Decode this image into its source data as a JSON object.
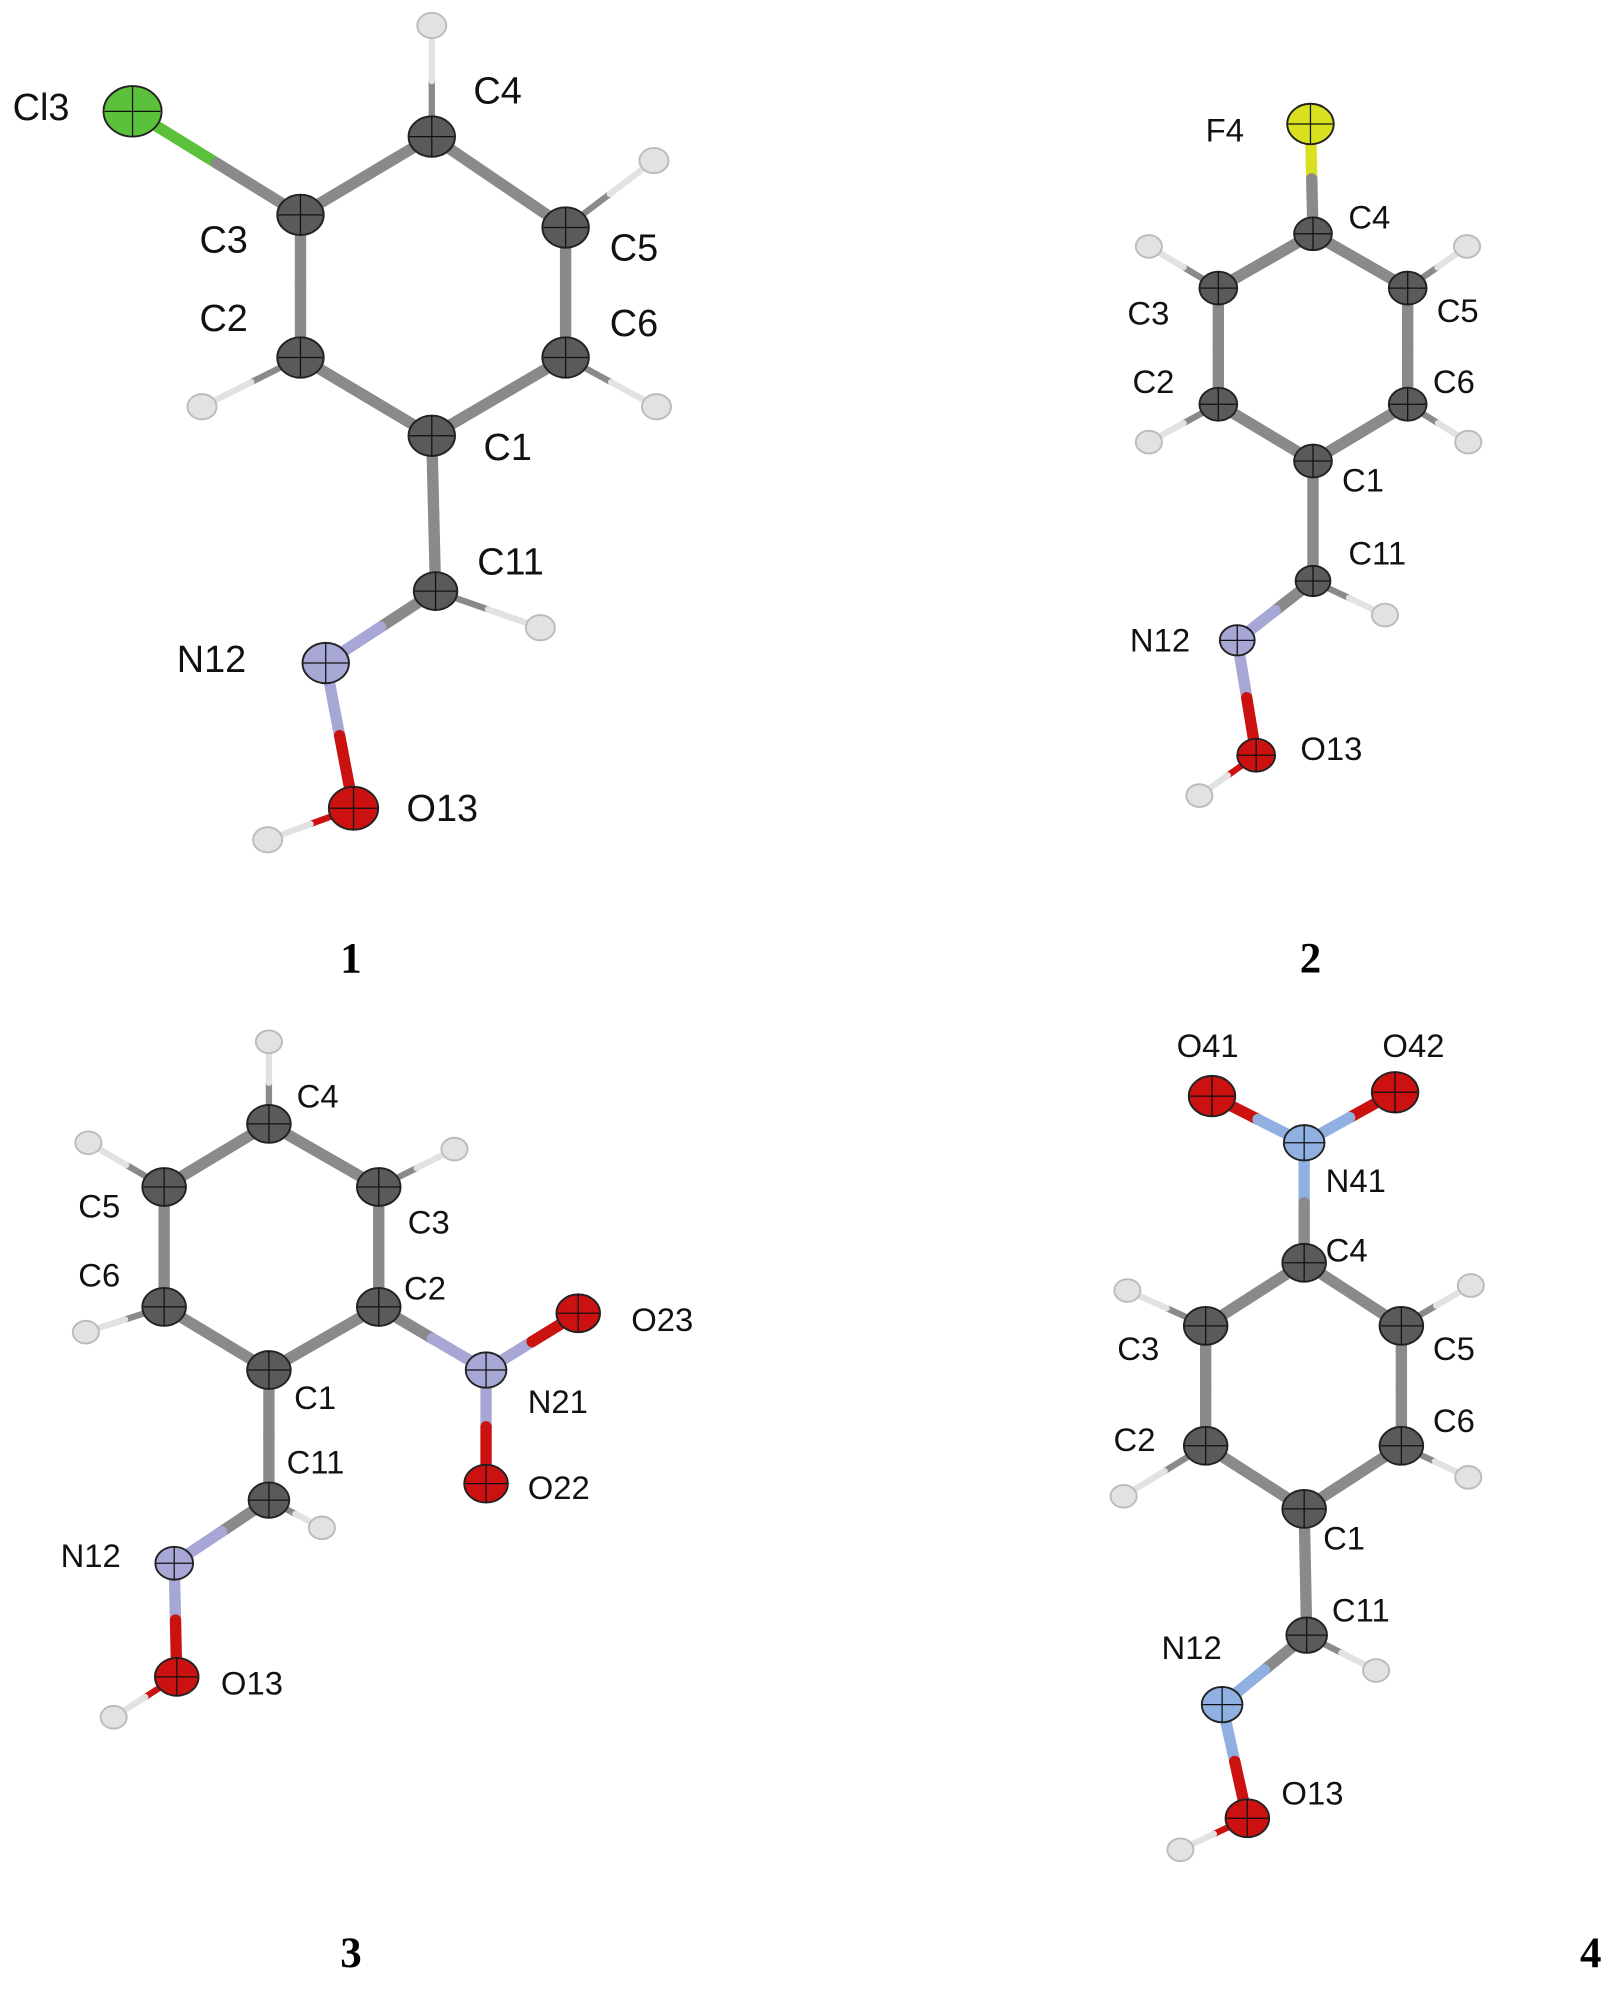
{
  "element_colors": {
    "C": "#5a5a5a",
    "H": "#e2e2e2",
    "N": "#a7a7d6",
    "N_nitro4": "#8fb0e0",
    "O": "#cc1111",
    "Cl": "#5cc13a",
    "F": "#d8e020"
  },
  "molecules": [
    {
      "caption": "1",
      "labels": [
        "Cl3",
        "C4",
        "C3",
        "C5",
        "C2",
        "C6",
        "C1",
        "C11",
        "N12",
        "O13"
      ]
    },
    {
      "caption": "2",
      "labels": [
        "F4",
        "C4",
        "C3",
        "C5",
        "C2",
        "C6",
        "C1",
        "C11",
        "N12",
        "O13"
      ]
    },
    {
      "caption": "3",
      "labels": [
        "C4",
        "C5",
        "C3",
        "C2",
        "C6",
        "C1",
        "C11",
        "N21",
        "O23",
        "O22",
        "N12",
        "O13"
      ]
    },
    {
      "caption": "4",
      "labels": [
        "O41",
        "O42",
        "N41",
        "C4",
        "C3",
        "C5",
        "C2",
        "C6",
        "C1",
        "C11",
        "N12",
        "O13"
      ]
    }
  ]
}
